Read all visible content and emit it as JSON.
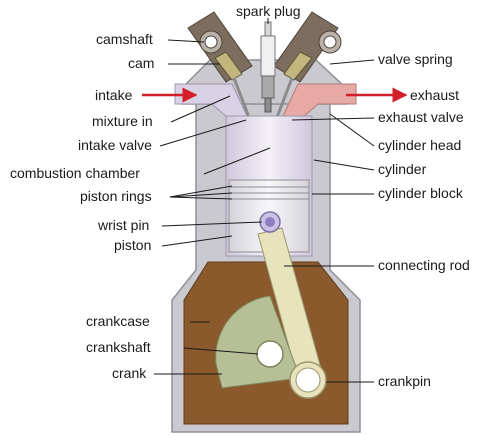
{
  "labels": {
    "spark_plug": "spark plug",
    "camshaft": "camshaft",
    "cam": "cam",
    "intake": "intake",
    "mixture_in": "mixture in",
    "intake_valve": "intake valve",
    "combustion_chamber": "combustion chamber",
    "piston_rings": "piston rings",
    "wrist_pin": "wrist pin",
    "piston": "piston",
    "crankcase": "crankcase",
    "crankshaft": "crankshaft",
    "crank": "crank",
    "valve_spring": "valve spring",
    "exhaust": "exhaust",
    "exhaust_valve": "exhaust valve",
    "cylinder_head": "cylinder head",
    "cylinder": "cylinder",
    "cylinder_block": "cylinder block",
    "connecting_rod": "connecting rod",
    "crankpin": "crankpin"
  },
  "colors": {
    "block": "#c9c9cf",
    "cylinder": "#e6e1ee",
    "oil": "#8a5a2c",
    "crank": "#b6bf95",
    "rod": "#e7e3bd",
    "cam_housing": "#7d6d5e",
    "intake_port": "#d9d2e6",
    "exhaust_port": "#e7a9a4",
    "arrow": "#d21f2a"
  }
}
